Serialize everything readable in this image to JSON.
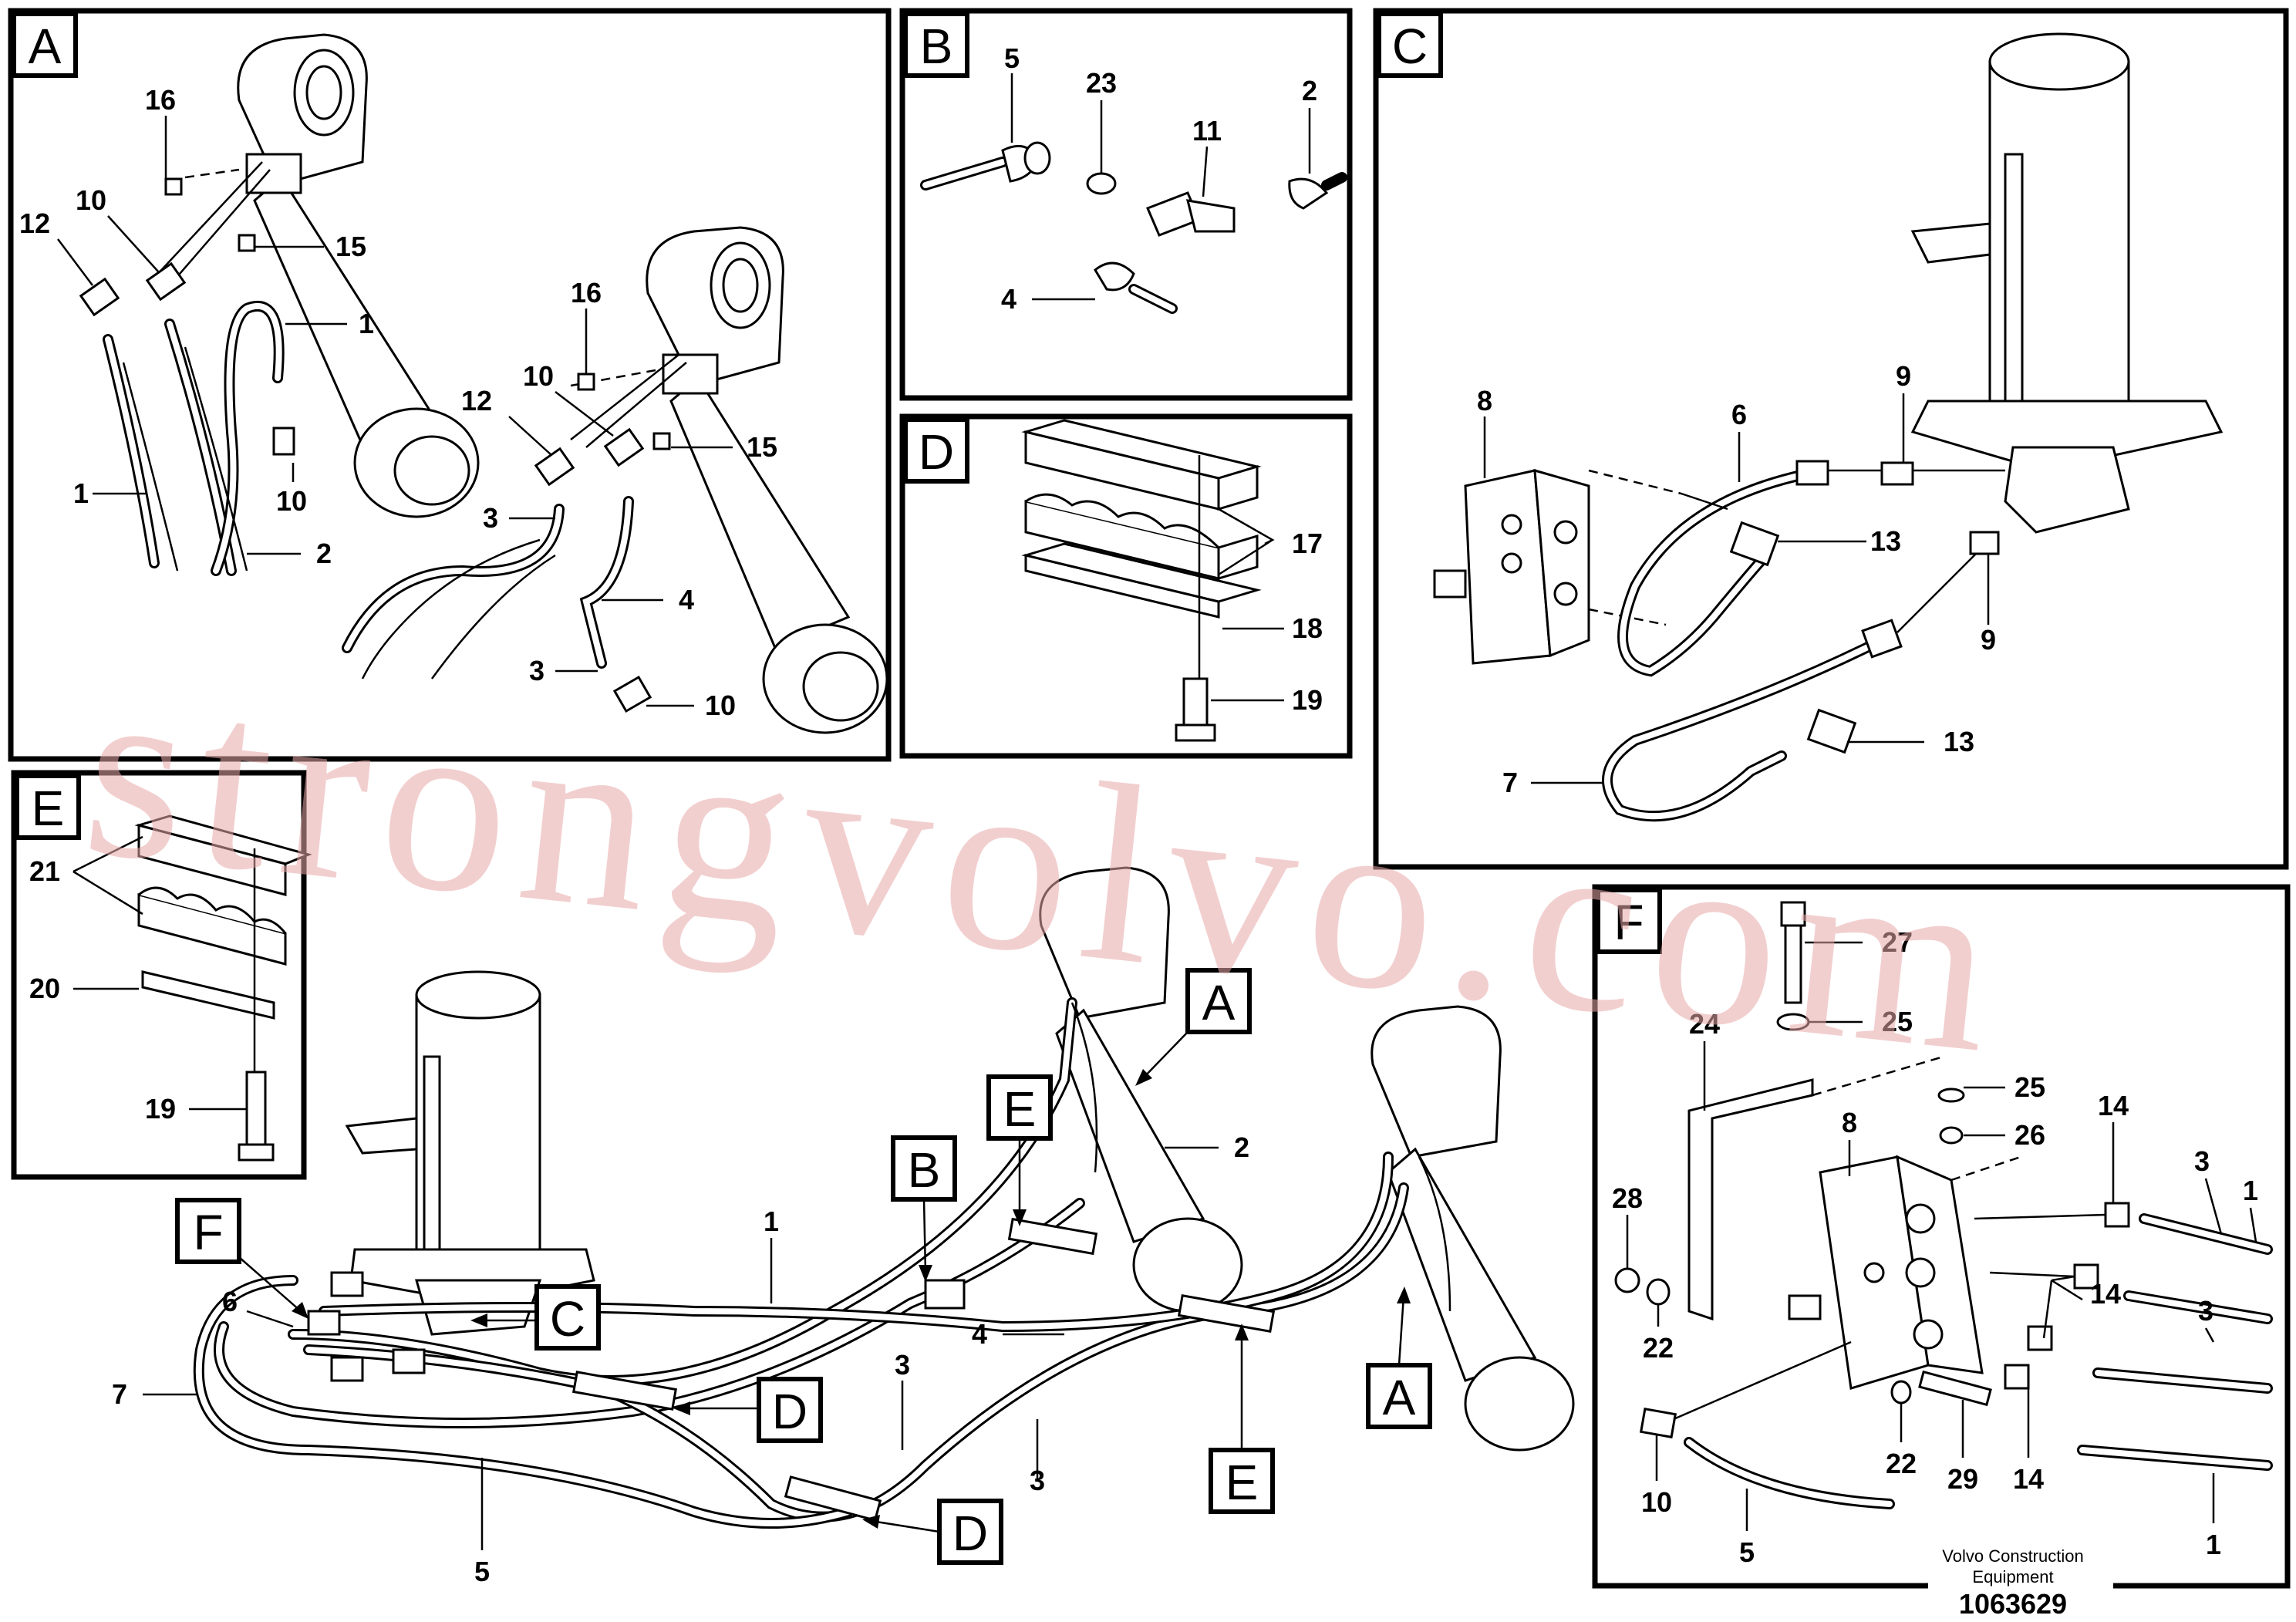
{
  "panels": [
    {
      "key": "A",
      "letter": "A"
    },
    {
      "key": "B",
      "letter": "B"
    },
    {
      "key": "C",
      "letter": "C"
    },
    {
      "key": "D",
      "letter": "D"
    },
    {
      "key": "E",
      "letter": "E"
    },
    {
      "key": "F",
      "letter": "F"
    }
  ],
  "callouts": {
    "main": {
      "F": "F",
      "C": "C",
      "B": "B",
      "E1": "E",
      "A1": "A",
      "D1": "D",
      "D2": "D",
      "E2": "E",
      "A2": "A"
    }
  },
  "part_labels": {
    "A": [
      "16",
      "12",
      "10",
      "15",
      "1",
      "10",
      "1",
      "2",
      "16",
      "12",
      "10",
      "15",
      "3",
      "4",
      "3",
      "10"
    ],
    "B": [
      "5",
      "23",
      "11",
      "2",
      "4"
    ],
    "C": [
      "8",
      "6",
      "9",
      "13",
      "9",
      "13",
      "7"
    ],
    "D": [
      "17",
      "18",
      "19"
    ],
    "E": [
      "21",
      "20",
      "19"
    ],
    "main": [
      "2",
      "1",
      "4",
      "3",
      "3",
      "6",
      "7",
      "5"
    ],
    "F": [
      "27",
      "25",
      "24",
      "25",
      "26",
      "8",
      "14",
      "3",
      "1",
      "28",
      "22",
      "14",
      "3",
      "22",
      "29",
      "14",
      "10",
      "5",
      "1"
    ]
  },
  "footer": {
    "maker_line1": "Volvo Construction",
    "maker_line2": "Equipment",
    "doc_number": "1063629"
  },
  "watermark": {
    "text": "strongvolvo.com",
    "color": "#e9a9a9"
  }
}
